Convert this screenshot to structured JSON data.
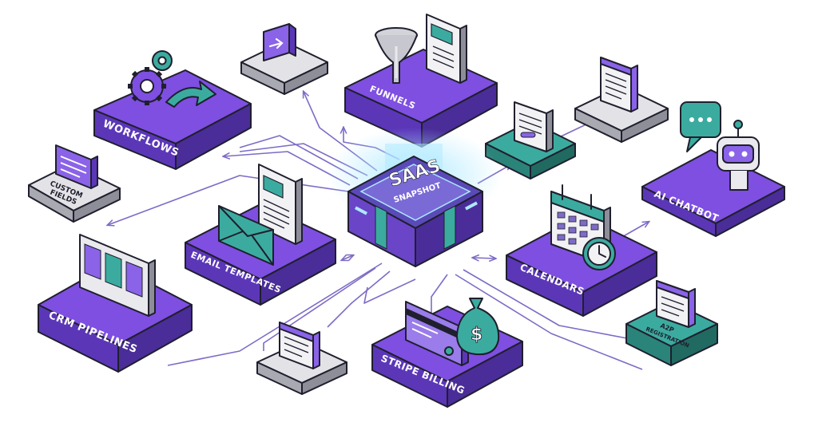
{
  "colors": {
    "purple_top": "#7e4fe0",
    "purple_left": "#5b37b8",
    "purple_right": "#4a2d98",
    "teal_top": "#3cab9f",
    "teal_left": "#2b8479",
    "teal_right": "#206a61",
    "gray_top": "#e3e3e7",
    "gray_left": "#a9a9b2",
    "gray_right": "#8e8e99",
    "ink": "#1f1f2e",
    "connector": "#7e6bc6",
    "hub_glow": "#aee9ff"
  },
  "hub": {
    "line1": "SAAS",
    "line2": "SNAPSHOT"
  },
  "nodes": {
    "workflows": {
      "label": "WORKFLOWS"
    },
    "funnels": {
      "label": "FUNNELS"
    },
    "custom_fields": {
      "line1": "CUSTOM",
      "line2": "FIELDS"
    },
    "email_templates": {
      "label": "EMAIL TEMPLATES"
    },
    "crm_pipelines": {
      "label": "CRM PIPELINES"
    },
    "stripe_billing": {
      "label": "STRIPE BILLING",
      "icon_glyph": "$"
    },
    "calendars": {
      "label": "CALENDARS"
    },
    "ai_chatbot": {
      "label": "AI CHATBOT"
    },
    "a2p_registration": {
      "line1": "A2P",
      "line2": "REGISTRATION"
    }
  },
  "icons": [
    "gear-icon",
    "arrow-icon",
    "funnel-icon",
    "document-icon",
    "form-icon",
    "envelope-icon",
    "kanban-board-icon",
    "credit-card-icon",
    "money-bag-icon",
    "calendar-icon",
    "clock-icon",
    "chat-bubble-icon",
    "robot-icon"
  ]
}
